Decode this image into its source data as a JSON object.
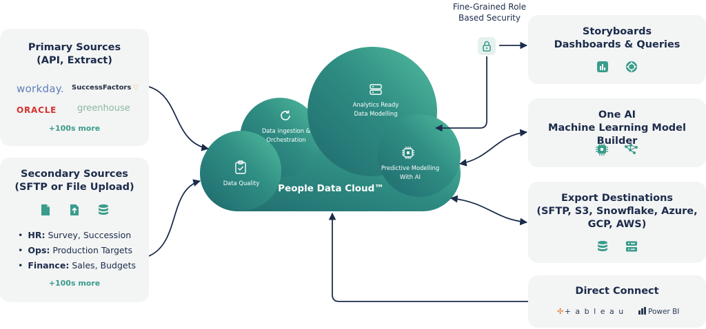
{
  "security": {
    "label_line1": "Fine-Grained Role",
    "label_line2": "Based Security"
  },
  "primary": {
    "title_line1": "Primary Sources",
    "title_line2": "(API, Extract)",
    "logos": {
      "workday": "workday.",
      "successfactors": "SuccessFactors",
      "oracle": "ORACLE",
      "greenhouse": "greenhouse"
    },
    "more": "+100s more"
  },
  "secondary": {
    "title_line1": "Secondary Sources",
    "title_line2": "(SFTP or File Upload)",
    "items": [
      {
        "label": "HR:",
        "text": " Survey, Succession"
      },
      {
        "label": "Ops:",
        "text": " Production Targets"
      },
      {
        "label": "Finance:",
        "text": " Sales, Budgets"
      }
    ],
    "more": "+100s more"
  },
  "cloud": {
    "title": "People Data Cloud™",
    "steps": {
      "ingestion_line1": "Data ingestion &",
      "ingestion_line2": "Orchestration",
      "analytics_line1": "Analytics Ready",
      "analytics_line2": "Data Modelling",
      "quality": "Data Quality",
      "predictive_line1": "Predictive Modelling",
      "predictive_line2": "With AI"
    }
  },
  "outputs": {
    "storyboards": {
      "title_line1": "Storyboards",
      "title_line2": "Dashboards & Queries"
    },
    "oneai": {
      "title_line1": "One AI",
      "title_line2": "Machine Learning Model Builder"
    },
    "export": {
      "title_line1": "Export Destinations",
      "title_line2": "(SFTP, S3, Snowflake, Azure,",
      "title_line3": "GCP, AWS)"
    },
    "direct": {
      "title": "Direct Connect",
      "tableau": "+ a b l e a u",
      "powerbi": "Power BI"
    }
  },
  "colors": {
    "teal": "#3a9c8b",
    "cloud_dark": "#216e70",
    "cloud_light": "#4bb59c",
    "navy": "#1b2b4a",
    "card_bg": "#f3f4f4"
  }
}
